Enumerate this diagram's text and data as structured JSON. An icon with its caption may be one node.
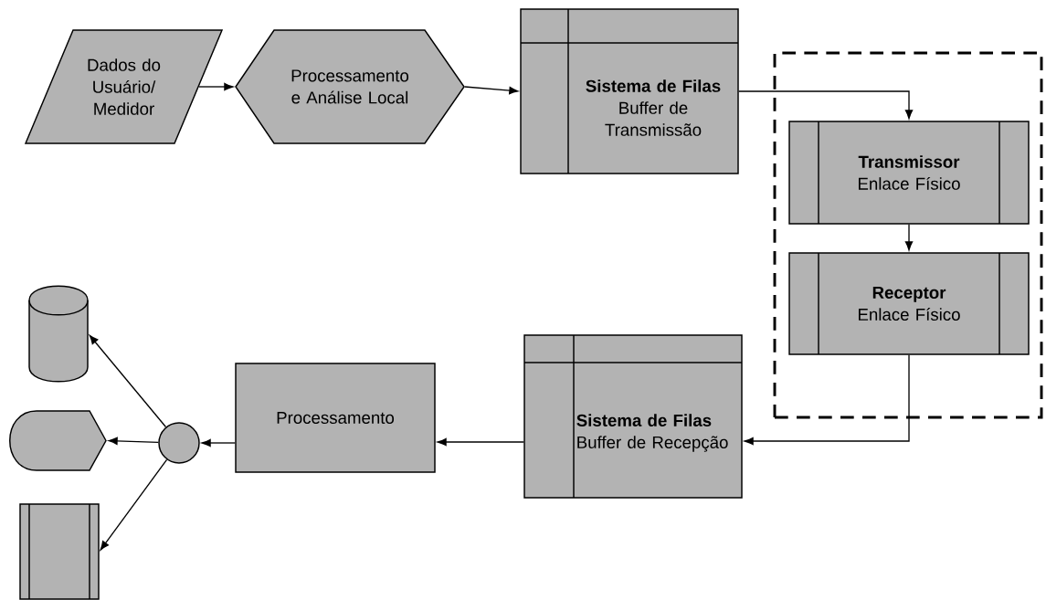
{
  "diagram": {
    "nodes": [
      {
        "text": [
          "Dados do Usuário/ Medidor"
        ]
      },
      {
        "text": [
          "Processamento e Análise Local"
        ]
      },
      {
        "text": [
          "Sistema de Filas",
          "Buffer de Transmissão"
        ]
      },
      {
        "text": [],
        "shape": "box"
      },
      {
        "text": [
          "Transmissor",
          "Enlace Físico"
        ],
        "in": 3
      },
      {
        "text": [
          "Receptor",
          "Enlace Físico"
        ],
        "in": 3
      },
      {
        "text": [
          "Sistema de Filas",
          "Buffer de Recepção"
        ]
      },
      {
        "text": [
          "Processamento"
        ]
      },
      {
        "text": [],
        "shape": "circle"
      },
      {
        "text": [],
        "shape": "cylinder"
      },
      {
        "text": [],
        "shape": "display"
      },
      {
        "text": [],
        "shape": "box"
      }
    ],
    "edges": [
      {
        "from": 0,
        "to": 1,
        "arrow": "to"
      },
      {
        "from": 1,
        "to": 2,
        "arrow": "to"
      },
      {
        "from": 2,
        "to": 4,
        "arrow": "to"
      },
      {
        "from": 4,
        "to": 5,
        "arrow": "to"
      },
      {
        "from": 5,
        "to": 6,
        "arrow": "to"
      },
      {
        "from": 6,
        "to": 7,
        "arrow": "to"
      },
      {
        "from": 7,
        "to": 8,
        "arrow": "to"
      },
      {
        "from": 8,
        "to": 9,
        "arrow": "to"
      },
      {
        "from": 8,
        "to": 10,
        "arrow": "to"
      },
      {
        "from": 8,
        "to": 11,
        "arrow": "to"
      }
    ]
  }
}
